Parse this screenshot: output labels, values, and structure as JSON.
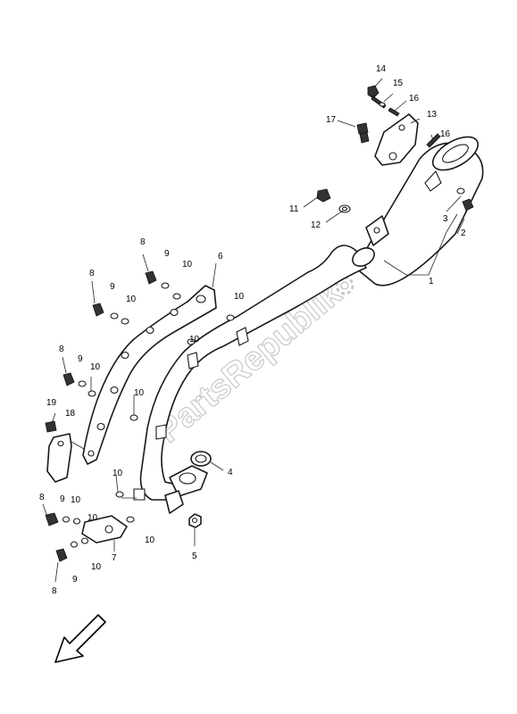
{
  "watermark": "PartsRepublik",
  "part_numbers": {
    "p1": "1",
    "p2": "2",
    "p3": "3",
    "p4": "4",
    "p5": "5",
    "p6": "6",
    "p7": "7",
    "p8a": "8",
    "p8b": "8",
    "p8c": "8",
    "p8d": "8",
    "p8e": "8",
    "p9a": "9",
    "p9b": "9",
    "p9c": "9",
    "p9d": "9",
    "p9e": "9",
    "p10a": "10",
    "p10b": "10",
    "p10c": "10",
    "p10d": "10",
    "p10e": "10",
    "p10f": "10",
    "p10g": "10",
    "p10h": "10",
    "p10i": "10",
    "p10j": "10",
    "p10k": "10",
    "p11": "11",
    "p12": "12",
    "p13": "13",
    "p14": "14",
    "p15": "15",
    "p16a": "16",
    "p16b": "16",
    "p17": "17",
    "p18": "18",
    "p19": "19"
  },
  "icons": {
    "direction": "front-direction-arrow-icon",
    "watermark_gear": "gear-icon"
  }
}
